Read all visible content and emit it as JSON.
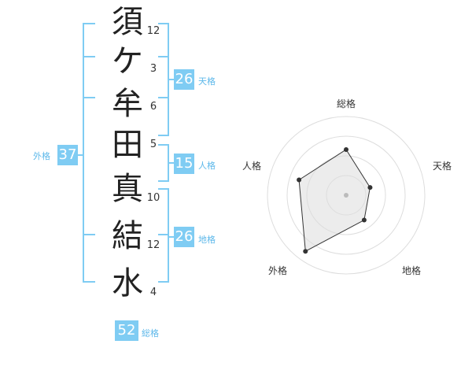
{
  "name": [
    {
      "char": "須",
      "strokes": "12"
    },
    {
      "char": "ケ",
      "strokes": "3"
    },
    {
      "char": "牟",
      "strokes": "6"
    },
    {
      "char": "田",
      "strokes": "5"
    },
    {
      "char": "真",
      "strokes": "10"
    },
    {
      "char": "結",
      "strokes": "12"
    },
    {
      "char": "水",
      "strokes": "4"
    }
  ],
  "kaku": {
    "tenkaku": {
      "value": "26",
      "label": "天格"
    },
    "jinkaku": {
      "value": "15",
      "label": "人格"
    },
    "chikaku": {
      "value": "26",
      "label": "地格"
    },
    "gaikaku": {
      "value": "37",
      "label": "外格"
    },
    "soukaku": {
      "value": "52",
      "label": "総格"
    }
  },
  "colors": {
    "accent": "#7fccf3",
    "bracket": "#7fccf3",
    "label": "#5db8ea"
  },
  "radar": {
    "axes": [
      {
        "key": "soukaku",
        "label": "総格",
        "level": 0.58
      },
      {
        "key": "tenkaku",
        "label": "天格",
        "level": 0.32
      },
      {
        "key": "chikaku",
        "label": "地格",
        "level": 0.39
      },
      {
        "key": "gaikaku",
        "label": "外格",
        "level": 0.88
      },
      {
        "key": "jinkaku",
        "label": "人格",
        "level": 0.63
      }
    ],
    "rings": 4
  }
}
